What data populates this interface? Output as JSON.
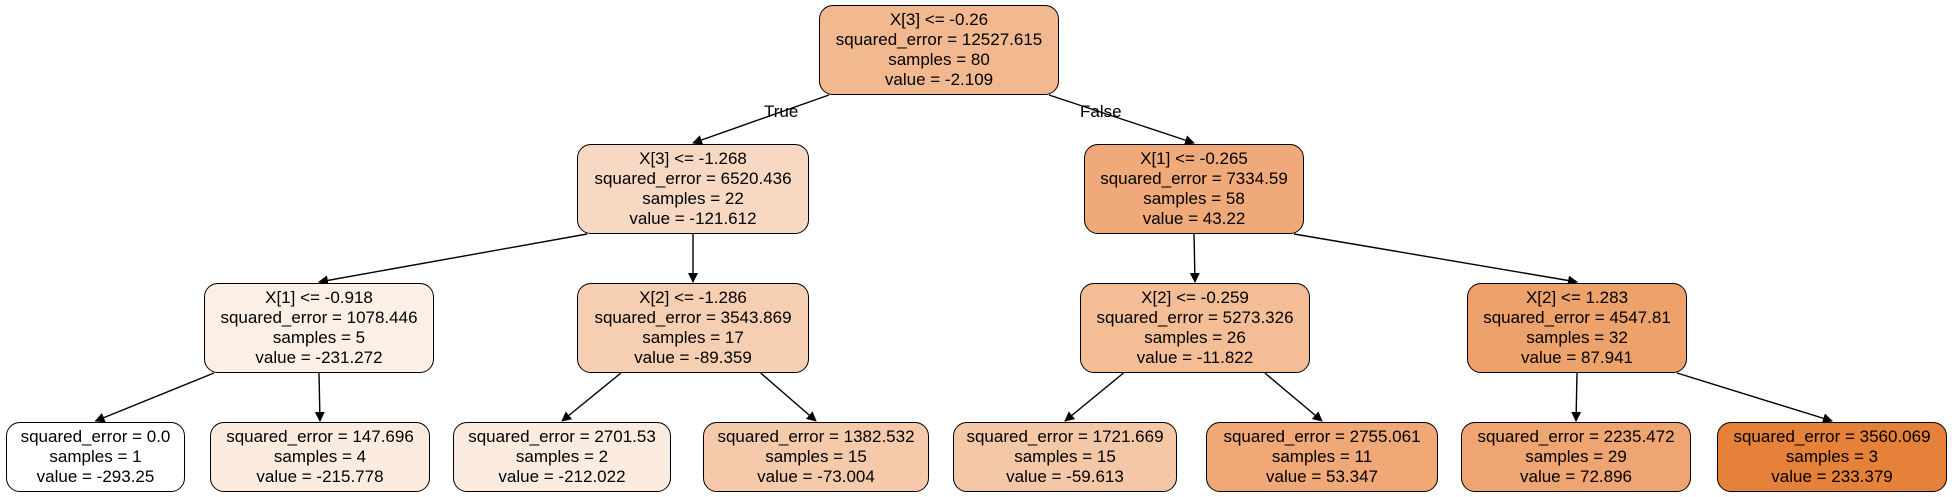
{
  "tree": {
    "edge_labels": {
      "true_label": "True",
      "false_label": "False"
    },
    "nodes": [
      {
        "id": "n0",
        "split": "X[3] <= -0.26",
        "squared_error": "squared_error = 12527.615",
        "samples": "samples = 80",
        "value": "value = -2.109",
        "color": "#f2b991"
      },
      {
        "id": "n1",
        "split": "X[3] <= -1.268",
        "squared_error": "squared_error = 6520.436",
        "samples": "samples = 22",
        "value": "value = -121.612",
        "color": "#f7d8c2"
      },
      {
        "id": "n2",
        "split": "X[1] <= -0.265",
        "squared_error": "squared_error = 7334.59",
        "samples": "samples = 58",
        "value": "value = 43.22",
        "color": "#f0aa7a"
      },
      {
        "id": "n3",
        "split": "X[1] <= -0.918",
        "squared_error": "squared_error = 1078.446",
        "samples": "samples = 5",
        "value": "value = -231.272",
        "color": "#fcefe6"
      },
      {
        "id": "n4",
        "split": "X[2] <= -1.286",
        "squared_error": "squared_error = 3543.869",
        "samples": "samples = 17",
        "value": "value = -89.359",
        "color": "#f6cfb3"
      },
      {
        "id": "n5",
        "split": "X[2] <= -0.259",
        "squared_error": "squared_error = 5273.326",
        "samples": "samples = 26",
        "value": "value = -11.822",
        "color": "#f3bd96"
      },
      {
        "id": "n6",
        "split": "X[2] <= 1.283",
        "squared_error": "squared_error = 4547.81",
        "samples": "samples = 32",
        "value": "value = 87.941",
        "color": "#eda16b"
      },
      {
        "id": "n7",
        "split": "",
        "squared_error": "squared_error = 0.0",
        "samples": "samples = 1",
        "value": "value = -293.25",
        "color": "#ffffff"
      },
      {
        "id": "n8",
        "split": "",
        "squared_error": "squared_error = 147.696",
        "samples": "samples = 4",
        "value": "value = -215.778",
        "color": "#fcece0"
      },
      {
        "id": "n9",
        "split": "",
        "squared_error": "squared_error = 2701.53",
        "samples": "samples = 2",
        "value": "value = -212.022",
        "color": "#fcebdf"
      },
      {
        "id": "n10",
        "split": "",
        "squared_error": "squared_error = 1382.532",
        "samples": "samples = 15",
        "value": "value = -73.004",
        "color": "#f5caab"
      },
      {
        "id": "n11",
        "split": "",
        "squared_error": "squared_error = 1721.669",
        "samples": "samples = 15",
        "value": "value = -59.613",
        "color": "#f4c7a6"
      },
      {
        "id": "n12",
        "split": "",
        "squared_error": "squared_error = 2755.061",
        "samples": "samples = 11",
        "value": "value = 53.347",
        "color": "#efa876"
      },
      {
        "id": "n13",
        "split": "",
        "squared_error": "squared_error = 2235.472",
        "samples": "samples = 29",
        "value": "value = 72.896",
        "color": "#eea571"
      },
      {
        "id": "n14",
        "split": "",
        "squared_error": "squared_error = 3560.069",
        "samples": "samples = 3",
        "value": "value = 233.379",
        "color": "#e58139"
      }
    ],
    "edges": [
      {
        "from": "n0",
        "to": "n1"
      },
      {
        "from": "n0",
        "to": "n2"
      },
      {
        "from": "n1",
        "to": "n3"
      },
      {
        "from": "n1",
        "to": "n4"
      },
      {
        "from": "n2",
        "to": "n5"
      },
      {
        "from": "n2",
        "to": "n6"
      },
      {
        "from": "n3",
        "to": "n7"
      },
      {
        "from": "n3",
        "to": "n8"
      },
      {
        "from": "n4",
        "to": "n9"
      },
      {
        "from": "n4",
        "to": "n10"
      },
      {
        "from": "n5",
        "to": "n11"
      },
      {
        "from": "n5",
        "to": "n12"
      },
      {
        "from": "n6",
        "to": "n13"
      },
      {
        "from": "n6",
        "to": "n14"
      }
    ]
  }
}
